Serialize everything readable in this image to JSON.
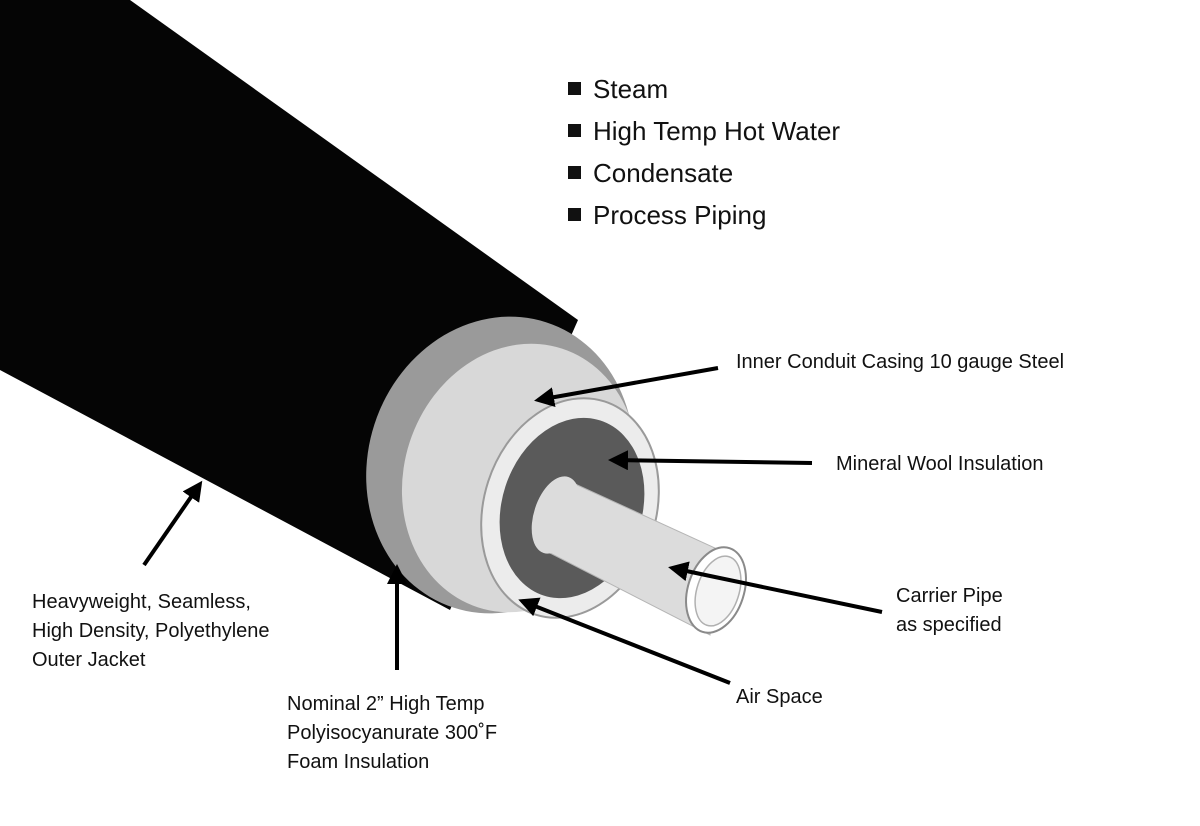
{
  "applications": {
    "items": [
      "Steam",
      "High Temp Hot Water",
      "Condensate",
      "Process Piping"
    ]
  },
  "callouts": {
    "inner_conduit": [
      "Inner Conduit Casing 10 gauge Steel"
    ],
    "mineral_wool": [
      "Mineral Wool Insulation"
    ],
    "carrier_pipe": [
      "Carrier Pipe",
      "as specified"
    ],
    "air_space": [
      "Air Space"
    ],
    "foam": [
      "Nominal 2” High Temp",
      "Polyisocyanurate 300˚F",
      "Foam Insulation"
    ],
    "outer_jacket": [
      "Heavyweight, Seamless,",
      "High Density, Polyethylene",
      "Outer Jacket"
    ]
  },
  "colors": {
    "outer_jacket": "#050505",
    "foam_ring": "#9a9a9a",
    "steel_casing": "#d8d8d8",
    "mineral_wool": "#5a5a5a",
    "carrier_pipe": "#dcdcdc",
    "text": "#111111"
  }
}
